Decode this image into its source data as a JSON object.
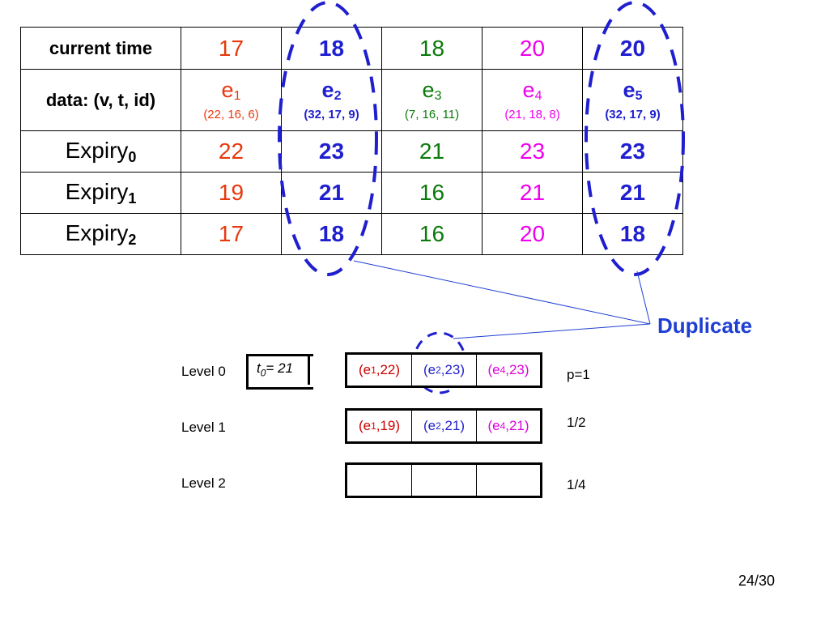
{
  "table": {
    "header_time": "current time",
    "header_data": "data: (v, t, id)",
    "columns": [
      {
        "time": "17",
        "name": "e",
        "sub": "1",
        "vals": "(22, 16, 6)",
        "color": "#e8380d",
        "bold": false
      },
      {
        "time": "18",
        "name": "e",
        "sub": "2",
        "vals": "(32, 17, 9)",
        "color": "#1f1fd0",
        "bold": true
      },
      {
        "time": "18",
        "name": "e",
        "sub": "3",
        "vals": "(7, 16, 11)",
        "color": "#0a7a0a",
        "bold": false
      },
      {
        "time": "20",
        "name": "e",
        "sub": "4",
        "vals": "(21, 18, 8)",
        "color": "#ee00ee",
        "bold": false
      },
      {
        "time": "20",
        "name": "e",
        "sub": "5",
        "vals": "(32, 17, 9)",
        "color": "#1f1fd0",
        "bold": true
      }
    ],
    "rows": [
      {
        "label": "Expiry",
        "sub": "0",
        "values": [
          "22",
          "23",
          "21",
          "23",
          "23"
        ]
      },
      {
        "label": "Expiry",
        "sub": "1",
        "values": [
          "19",
          "21",
          "16",
          "21",
          "21"
        ]
      },
      {
        "label": "Expiry",
        "sub": "2",
        "values": [
          "17",
          "18",
          "16",
          "20",
          "18"
        ]
      }
    ]
  },
  "duplicate_label": "Duplicate",
  "t0": {
    "var": "t",
    "sub": "0",
    "rest": "= 21"
  },
  "levels": [
    {
      "label": "Level 0",
      "prob": "p=1",
      "cells": [
        {
          "pre": "(e",
          "sub": "1",
          "post": ",22)",
          "color": "#cc0000"
        },
        {
          "pre": "(e",
          "sub": "2",
          "post": ",23)",
          "color": "#1f1fd0"
        },
        {
          "pre": "(e",
          "sub": "4",
          "post": ",23)",
          "color": "#dd00dd"
        }
      ]
    },
    {
      "label": "Level 1",
      "prob": "1/2",
      "cells": [
        {
          "pre": "(e",
          "sub": "1",
          "post": ",19)",
          "color": "#cc0000"
        },
        {
          "pre": "(e",
          "sub": "2",
          "post": ",21)",
          "color": "#1f1fd0"
        },
        {
          "pre": "(e",
          "sub": "4",
          "post": ",21)",
          "color": "#dd00dd"
        }
      ]
    },
    {
      "label": "Level 2",
      "prob": "1/4",
      "cells": [
        {
          "pre": "",
          "sub": "",
          "post": "",
          "color": "#000000"
        },
        {
          "pre": "",
          "sub": "",
          "post": "",
          "color": "#000000"
        },
        {
          "pre": "",
          "sub": "",
          "post": "",
          "color": "#000000"
        }
      ]
    }
  ],
  "page_number": "24/30",
  "colors": {
    "highlight": "#1f3fd4"
  }
}
